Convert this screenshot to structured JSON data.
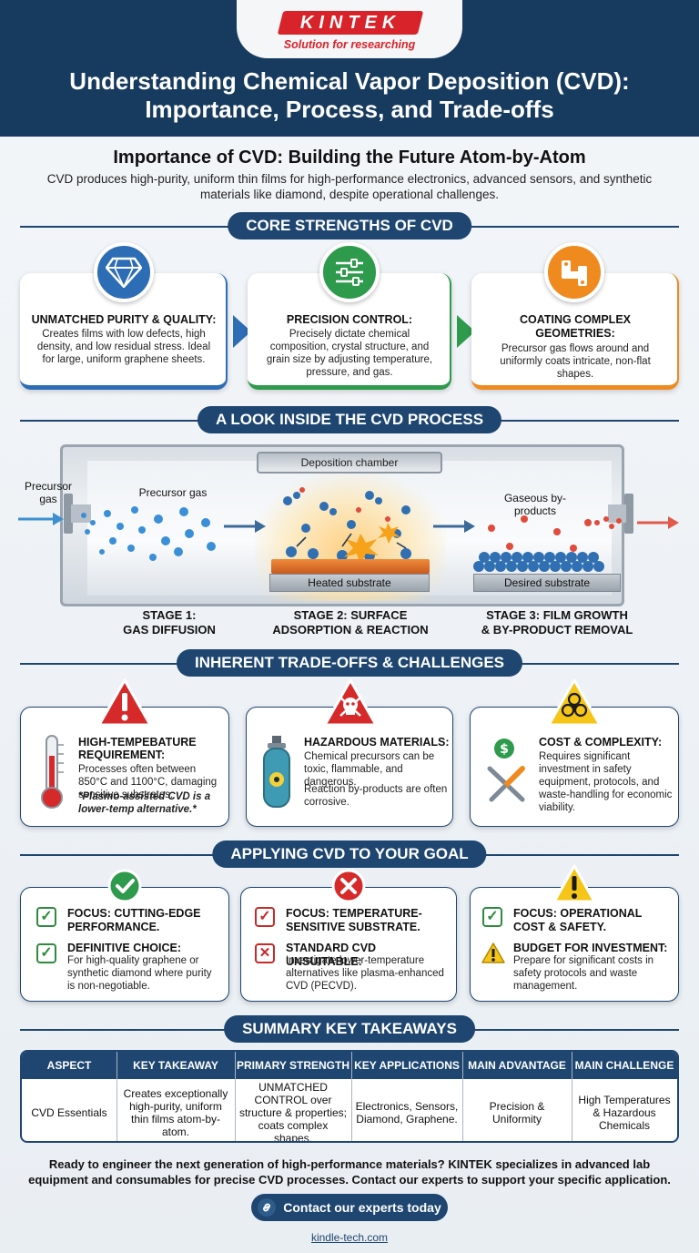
{
  "header": {
    "logo": "KINTEK",
    "tagline": "Solution for researching",
    "title_line1": "Understanding Chemical Vapor Deposition (CVD):",
    "title_line2": "Importance, Process, and Trade-offs"
  },
  "intro": {
    "title": "Importance of CVD: Building the Future Atom-by-Atom",
    "text": "CVD produces high-purity, uniform thin films for high-performance electronics, advanced sensors, and synthetic materials like diamond, despite operational challenges."
  },
  "strengths": {
    "heading": "CORE STRENGTHS OF CVD",
    "cards": [
      {
        "icon": "diamond-icon",
        "title": "UNMATCHED PURITY & QUALITY:",
        "text": "Creates films with low defects, high density, and low residual stress. Ideal for large, uniform graphene sheets."
      },
      {
        "icon": "sliders-icon",
        "title": "PRECISION CONTROL:",
        "text": "Precisely dictate chemical composition, crystal structure, and grain size by adjusting temperature, pressure, and gas."
      },
      {
        "icon": "pipe-fittings-icon",
        "title_line1": "COATING COMPLEX",
        "title_line2": "GEOMETRIES:",
        "text": "Precursor gas flows around and uniformly coats intricate, non-flat shapes."
      }
    ],
    "colors": {
      "blue": "#2d6db5",
      "green": "#2e9a4c",
      "orange": "#ef8a1f"
    }
  },
  "process": {
    "heading": "A LOOK INSIDE THE CVD PROCESS",
    "chamber_label": "Deposition chamber",
    "precursor_outside": "Precursor gas",
    "precursor_inside": "Precursor gas",
    "heated_substrate": "Heated substrate",
    "byproducts": "Gaseous by-products",
    "desired_substrate": "Desired substrate",
    "stages": [
      {
        "line1": "STAGE 1:",
        "line2": "GAS DIFFUSION"
      },
      {
        "line1": "STAGE 2: SURFACE",
        "line2": "ADSORPTION & REACTION"
      },
      {
        "line1": "STAGE 3: FILM GROWTH",
        "line2": "& BY-PRODUCT REMOVAL"
      }
    ]
  },
  "tradeoffs": {
    "heading": "INHERENT TRADE-OFFS & CHALLENGES",
    "cards": [
      {
        "title": "HIGH-TEMPEBATURE REQUIREMENT:",
        "text": "Processes often between 850°C and 1100°C, damaging sensitive substrates.",
        "note": "*Plasmo-assisted CVD is a lower-temp alternative.*"
      },
      {
        "title": "HAZARDOUS MATERIALS:",
        "text": "Chemical precursors can be toxic, flammable, and dangerous.",
        "text2": "Reaction by-products are often corrosive."
      },
      {
        "title": "COST & COMPLEXITY:",
        "text": "Requires significant investment in safety equipment, protocols, and waste-handling for economic viability."
      }
    ]
  },
  "goals": {
    "heading": "APPLYING CVD TO YOUR GOAL",
    "cards": [
      {
        "focus": "FOCUS: CUTTING-EDGE PERFORMANCE.",
        "sub": "DEFINITIVE CHOICE:",
        "text": "For high-quality graphene or synthetic diamond where purity is non-negotiable."
      },
      {
        "focus": "FOCUS: TEMPERATURE-SENSITIVE SUBSTRATE.",
        "sub": "STANDARD CVD UNSUITABLE:",
        "text": "Investigate lower-temperature alternatives like plasma-enhanced CVD (PECVD)."
      },
      {
        "focus": "FOCUS: OPERATIONAL COST & SAFETY.",
        "sub": "BUDGET FOR INVESTMENT:",
        "text": "Prepare for significant costs in safety protocols and waste management."
      }
    ]
  },
  "summary": {
    "heading": "SUMMARY KEY TAKEAWAYS",
    "columns": [
      "ASPECT",
      "KEY TAKEAWAY",
      "PRIMARY STRENGTH",
      "KEY APPLICATIONS",
      "MAIN ADVANTAGE",
      "MAIN CHALLENGE"
    ],
    "row": [
      "CVD Essentials",
      "Creates exceptionally high-purity, uniform thin films atom-by-atom.",
      "UNMATCHED CONTROL over structure & properties; coats complex shapes.",
      "Electronics, Sensors, Diamond, Graphene.",
      "Precision & Uniformity",
      "High Temperatures & Hazardous Chemicals"
    ]
  },
  "footer": {
    "text": "Ready to engineer the next generation of high-performance materials? KINTEK specializes in advanced lab equipment and consumables for precise CVD processes. Contact our experts to support your specific application.",
    "cta": "Contact our experts today",
    "site": "kindle-tech.com"
  }
}
